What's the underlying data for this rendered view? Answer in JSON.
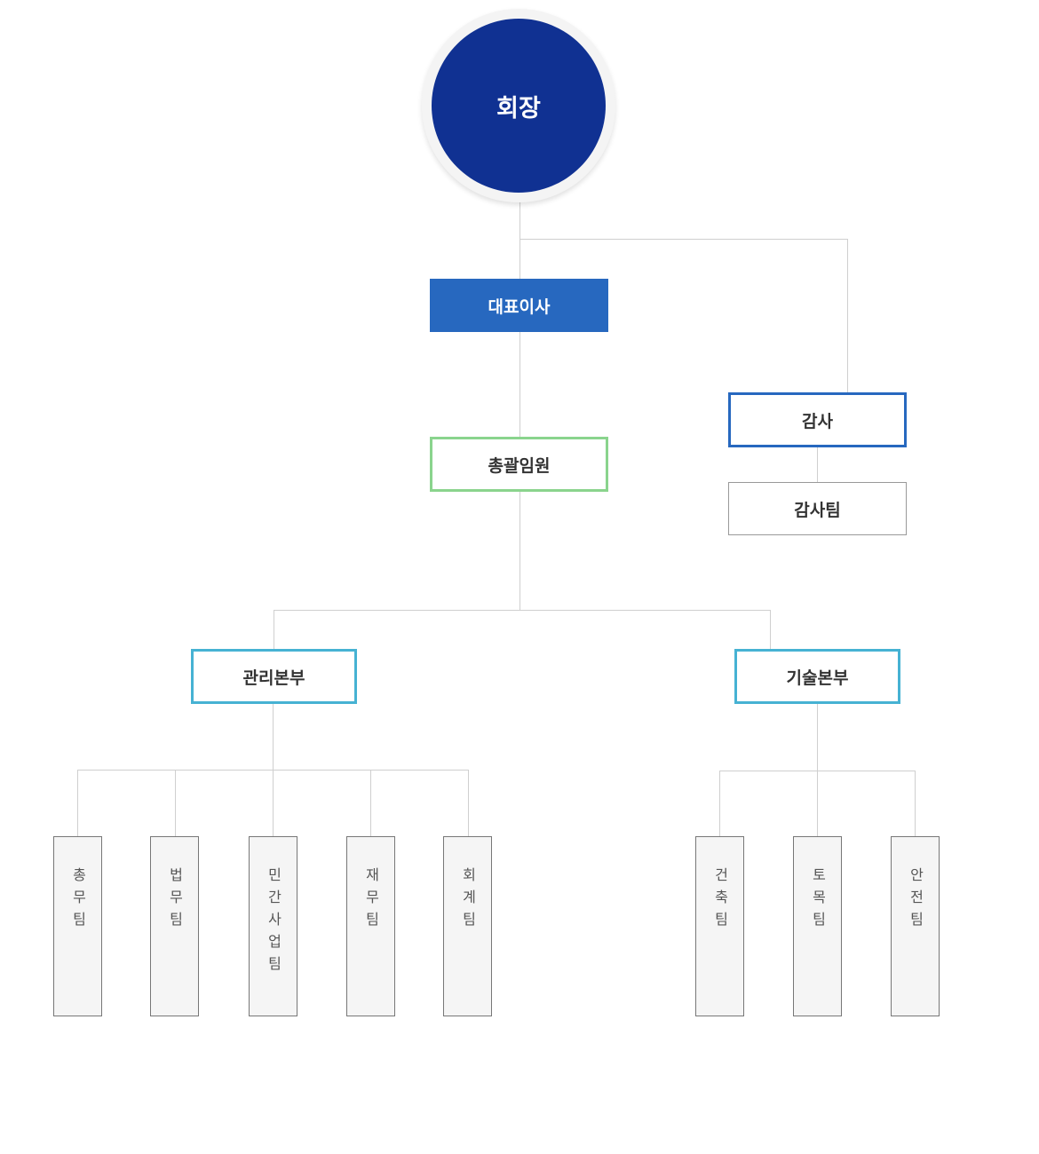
{
  "chart": {
    "chairman": "회장",
    "ceo": "대표이사",
    "executive": "총괄임원",
    "auditor": "감사",
    "audit_team": "감사팀",
    "divisions": [
      {
        "name": "관리본부",
        "teams": [
          "총무팀",
          "법무팀",
          "민간사업팀",
          "재무팀",
          "회계팀"
        ]
      },
      {
        "name": "기술본부",
        "teams": [
          "건축팀",
          "토목팀",
          "안전팀"
        ]
      }
    ]
  },
  "colors": {
    "chairman": "#103192",
    "ceo": "#2768bf",
    "executive_border": "#8ad48d",
    "auditor_border": "#2768bf",
    "division_border": "#46b2d3",
    "connector": "#cfcfcf"
  }
}
